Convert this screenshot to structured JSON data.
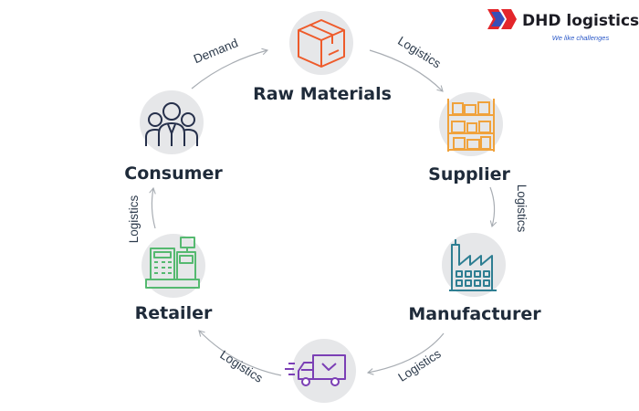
{
  "brand": {
    "name": "DHD logistics",
    "tagline": "We like challenges",
    "colors": {
      "red": "#e3262b",
      "blue": "#2454c6"
    }
  },
  "nodes": {
    "raw_materials": {
      "label": "Raw Materials",
      "icon": "box-icon",
      "color": "#ee5b2b"
    },
    "supplier": {
      "label": "Supplier",
      "icon": "warehouse-shelf-icon",
      "color": "#f0a23c"
    },
    "manufacturer": {
      "label": "Manufacturer",
      "icon": "factory-icon",
      "color": "#2e7e92"
    },
    "transport": {
      "label": "",
      "icon": "delivery-truck-icon",
      "color": "#7b3fb5"
    },
    "retailer": {
      "label": "Retailer",
      "icon": "cash-register-icon",
      "color": "#55b970"
    },
    "consumer": {
      "label": "Consumer",
      "icon": "people-group-icon",
      "color": "#26304b"
    }
  },
  "edges": {
    "consumer_to_raw": "Demand",
    "raw_to_supplier": "Logistics",
    "supplier_to_manufacturer": "Logistics",
    "manufacturer_to_transport": "Logistics",
    "transport_to_retailer": "Logistics",
    "retailer_to_consumer": "Logistics"
  }
}
